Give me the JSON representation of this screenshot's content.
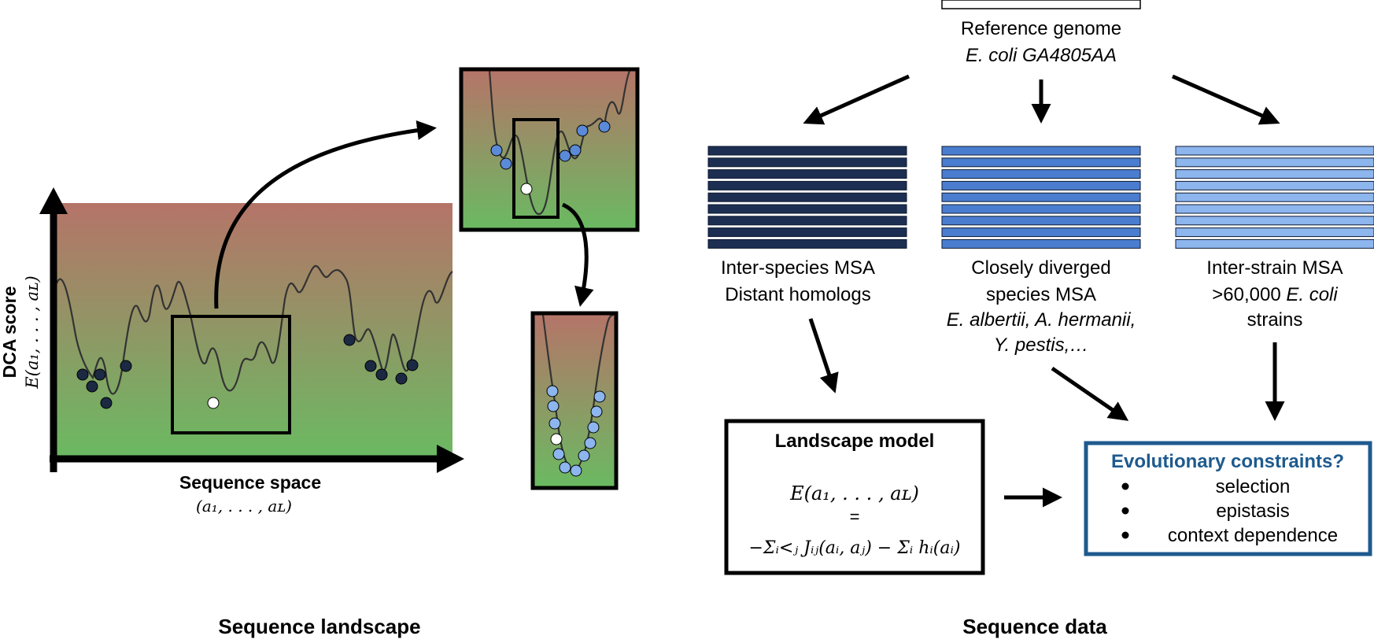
{
  "landscape": {
    "y_axis_title": "DCA score",
    "y_axis_formula": "E(a₁, . . . , aʟ)",
    "x_axis_title": "Sequence space",
    "x_axis_formula": "(a₁, . . . , aʟ)"
  },
  "data": {
    "reference_title": "Reference genome",
    "reference_name": "E. coli GA4805AA",
    "msa_inter_species": [
      "Inter-species MSA",
      "Distant homologs"
    ],
    "msa_close": [
      "Closely diverged",
      "species MSA",
      "E. albertii, A. hermanii,",
      "Y. pestis,…"
    ],
    "msa_strain": [
      "Inter-strain MSA",
      ">60,000 ",
      "E. coli",
      "strains"
    ],
    "model_title": "Landscape model",
    "model_formula_top": "E(a₁, . . . , aʟ)",
    "model_equals": "=",
    "model_formula_bottom": "−Σᵢ<ⱼ Jᵢⱼ(aᵢ, aⱼ) − Σᵢ hᵢ(aᵢ)",
    "constraints_title": "Evolutionary constraints?",
    "constraints_items": [
      "selection",
      "epistasis",
      "context dependence"
    ]
  },
  "footer": {
    "left_title": "Sequence landscape",
    "right_title": "Sequence data"
  },
  "colors": {
    "landscape_top": "#b57468",
    "landscape_bottom": "#6aba62",
    "msa_dark": "#1c2f52",
    "msa_mid": "#4a7dcf",
    "msa_light": "#8db5ee",
    "constraints_border": "#1e5a8e",
    "constraints_title": "#1e5a8e",
    "point_dark": "#1c2942",
    "point_blue": "#5b8ad8"
  }
}
